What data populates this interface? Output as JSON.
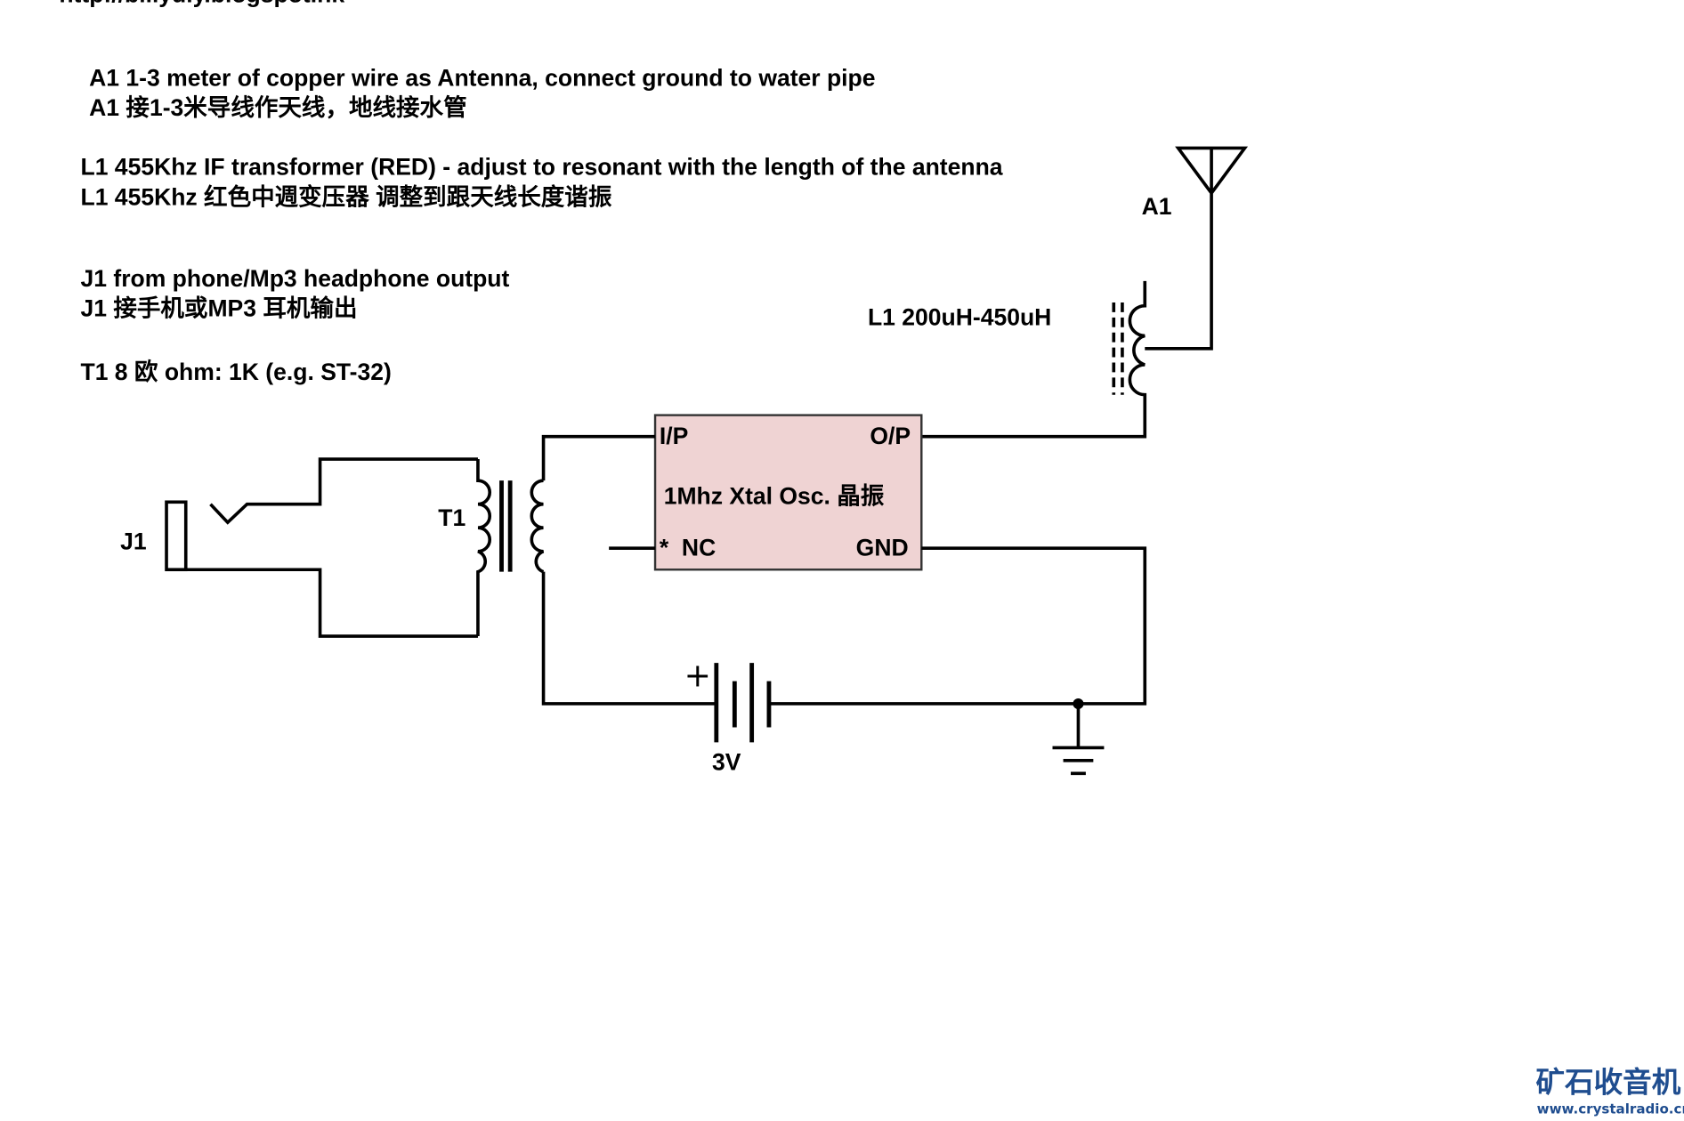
{
  "header_url": "http://billydiy.blogspot.hk",
  "notes": [
    "A1 1-3 meter of copper wire as Antenna, connect ground to water pipe",
    "A1 接1-3米导线作天线，地线接水管",
    "L1 455Khz IF transformer (RED) - adjust to resonant with the length of the antenna",
    "L1 455Khz 红色中週变压器 调整到跟天线长度谐振",
    "J1 from phone/Mp3 headphone output",
    "J1 接手机或MP3 耳机输出",
    "T1 8 欧 ohm: 1K (e.g. ST-32)"
  ],
  "labels": {
    "antenna": "A1",
    "coil": "L1 200uH-450uH",
    "jack": "J1",
    "transformer": "T1",
    "battery": "3V",
    "battery_plus": "+"
  },
  "oscillator": {
    "input": "I/P",
    "output": "O/P",
    "title": "1Mhz Xtal Osc. 晶振",
    "nc": "*  NC",
    "gnd": "GND",
    "fill": "#efd3d3"
  },
  "logo": {
    "name": "矿石收音机",
    "url": "www.crystalradio.cn",
    "color": "#1f4d8f"
  }
}
